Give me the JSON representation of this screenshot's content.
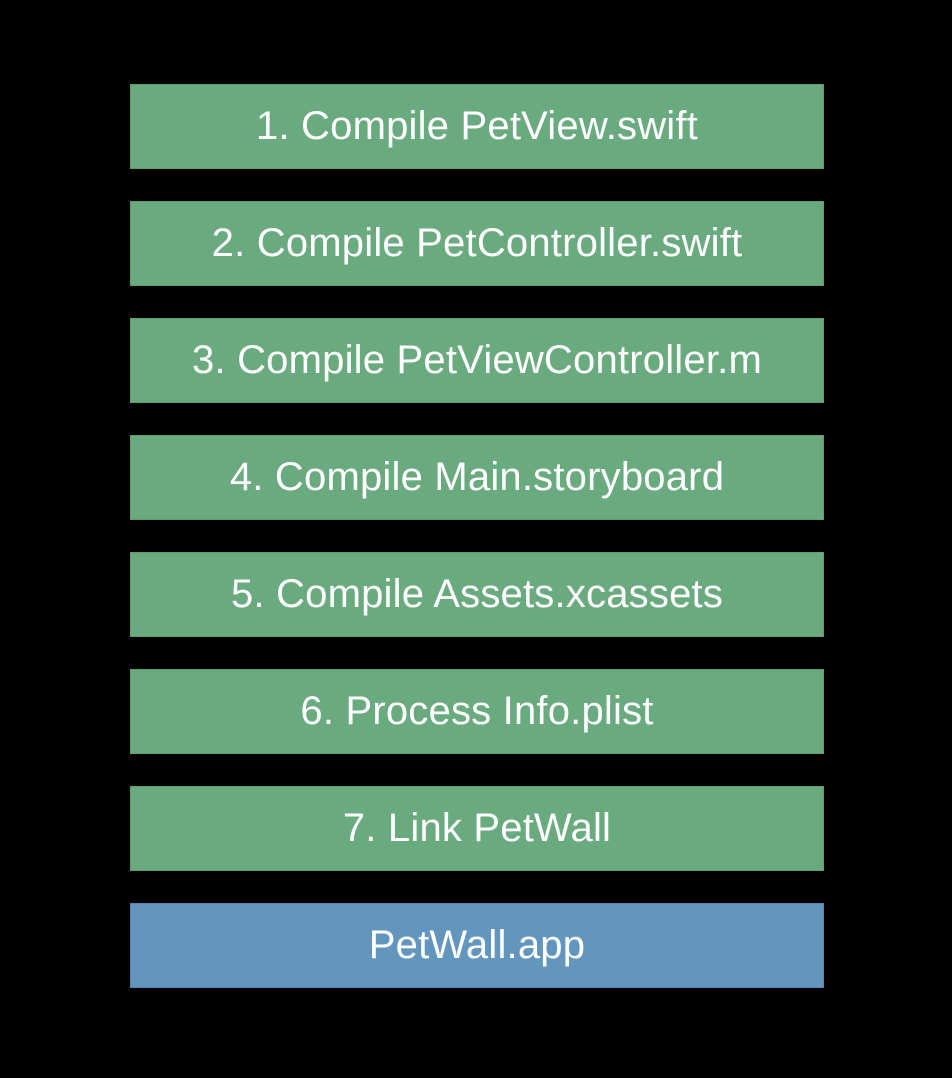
{
  "diagram": {
    "name": "xcode-build-process-diagram",
    "background_color": "#000000",
    "text_color": "#ffffff",
    "step_color": "#6aaa7f",
    "output_color": "#6396be",
    "steps": [
      {
        "label": "1. Compile PetView.swift",
        "type": "step"
      },
      {
        "label": "2. Compile PetController.swift",
        "type": "step"
      },
      {
        "label": "3. Compile PetViewController.m",
        "type": "step"
      },
      {
        "label": "4. Compile Main.storyboard",
        "type": "step"
      },
      {
        "label": "5. Compile Assets.xcassets",
        "type": "step"
      },
      {
        "label": "6. Process Info.plist",
        "type": "step"
      },
      {
        "label": "7. Link PetWall",
        "type": "step"
      },
      {
        "label": "PetWall.app",
        "type": "output"
      }
    ]
  }
}
